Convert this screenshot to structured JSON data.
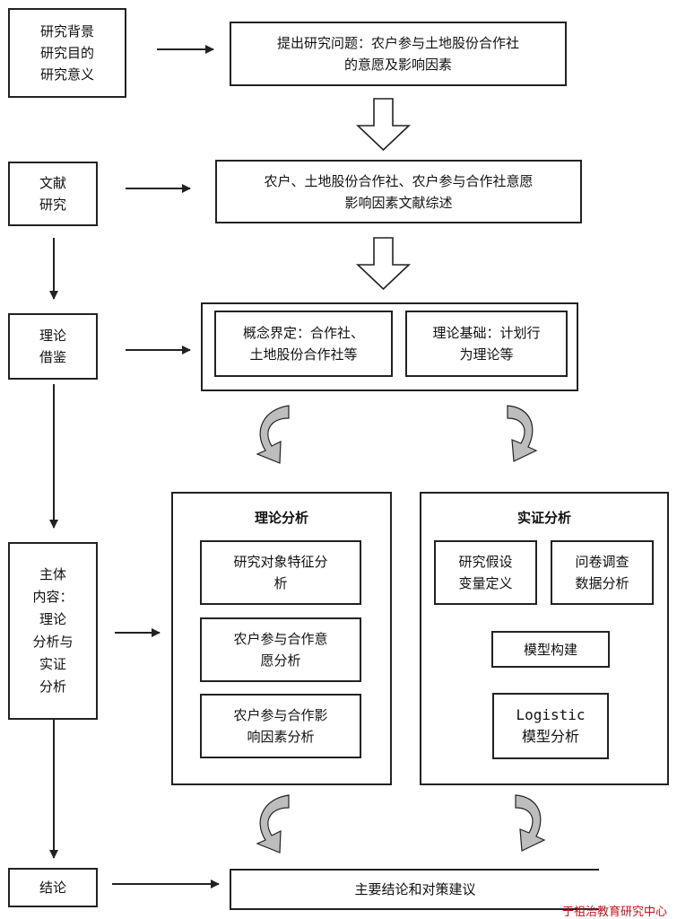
{
  "left_column": {
    "background": "研究背景\n研究目的\n研究意义",
    "literature": "文献\n研究",
    "theory": "理论\n借鉴",
    "main_content": "主体\n内容：\n理论\n分析与\n实证\n分析",
    "conclusion": "结论"
  },
  "right_column": {
    "research_question": "提出研究问题：农户参与土地股份合作社\n的意愿及影响因素",
    "literature_review": "农户、土地股份合作社、农户参与合作社意愿\n影响因素文献综述",
    "concept": "概念界定：合作社、\n土地股份合作社等",
    "theory_basis": "理论基础：计划行\n为理论等",
    "theory_analysis": {
      "title": "理论分析",
      "items": [
        "研究对象特征分\n析",
        "农户参与合作意\n愿分析",
        "农户参与合作影\n响因素分析"
      ]
    },
    "empirical_analysis": {
      "title": "实证分析",
      "hypothesis": "研究假设\n变量定义",
      "survey": "问卷调查\n数据分析",
      "model_build": "模型构建",
      "logistic": "Logistic\n模型分析"
    },
    "final": "主要结论和对策建议"
  },
  "watermark": "于祖治教育研究中心",
  "colors": {
    "stroke": "#222222",
    "curved_arrow_fill": "#bdbdbd",
    "watermark": "#c8101a"
  }
}
